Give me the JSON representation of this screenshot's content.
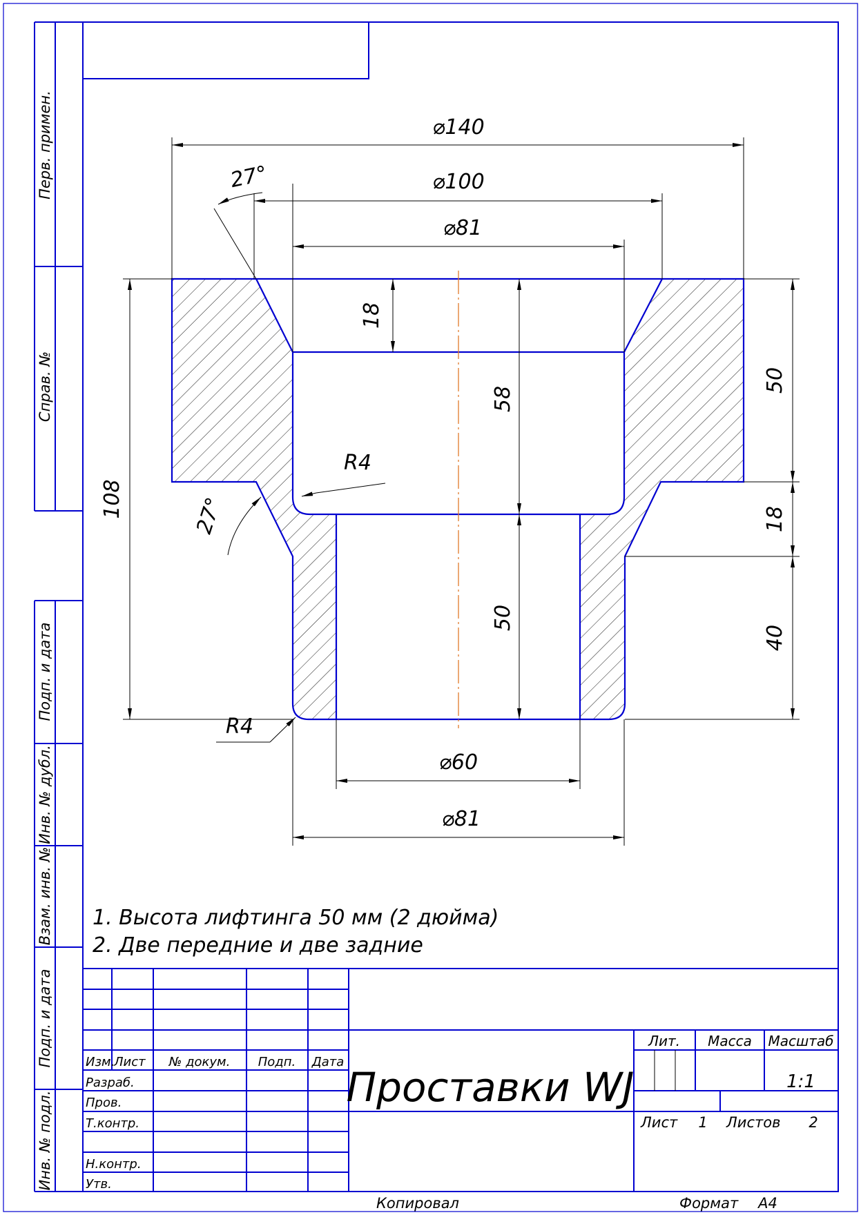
{
  "dimensions": {
    "d140": "⌀140",
    "d100": "⌀100",
    "d81_top": "⌀81",
    "d60": "⌀60",
    "d81_bottom": "⌀81",
    "angle_top": "27°",
    "angle_left": "27°",
    "r4_inner": "R4",
    "r4_bottom": "R4",
    "h18_top": "18",
    "h58": "58",
    "h50_right": "50",
    "h18_right": "18",
    "h40": "40",
    "h50_center": "50",
    "h108": "108"
  },
  "notes": [
    "1. Высота лифтинга 50 мм (2 дюйма)",
    "2. Две передние и две задние"
  ],
  "side_labels": {
    "perv_primen": "Перв. примен.",
    "sprav_no": "Справ. №",
    "podp_data_1": "Подп. и дата",
    "inv_dubl": "Инв. № дубл.",
    "vzam_inv": "Взам. инв. №",
    "podp_data_2": "Подп. и дата",
    "inv_podl": "Инв. № подл."
  },
  "title_block": {
    "title": "Проставки WJ",
    "col_izm": "Изм.",
    "col_list": "Лист",
    "col_dokum": "№ докум.",
    "col_podp": "Подп.",
    "col_data": "Дата",
    "razrab": "Разраб.",
    "prov": "Пров.",
    "tkontr": "Т.контр.",
    "nkontr": "Н.контр.",
    "utv": "Утв.",
    "lit": "Лит.",
    "massa": "Масса",
    "masshtab": "Масштаб",
    "scale_value": "1:1",
    "list_label": "Лист",
    "list_value": "1",
    "listov_label": "Листов",
    "listov_value": "2"
  },
  "footer": {
    "kopiroval": "Копировал",
    "format_label": "Формат",
    "format_value": "А4"
  }
}
